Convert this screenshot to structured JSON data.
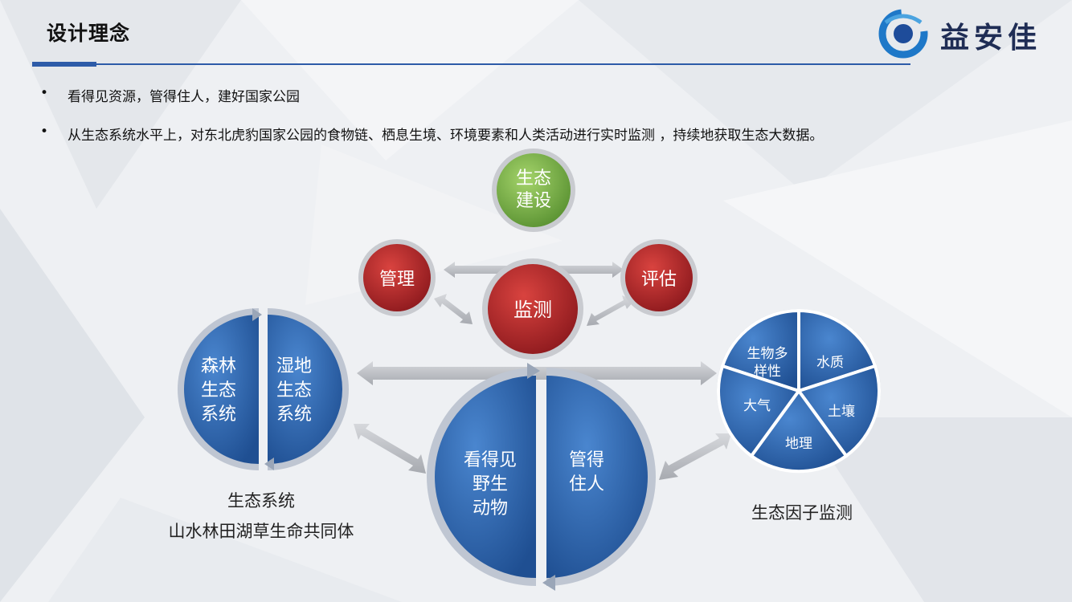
{
  "header": {
    "title": "设计理念",
    "logo_text": "益安佳"
  },
  "bullets": [
    "看得见资源，管得住人，建好国家公园",
    "从生态系统水平上，对东北虎豹国家公园的食物链、栖息生境、环境要素和人类活动进行实时监测 ，持续地获取生态大数据。"
  ],
  "diagram": {
    "top_node": {
      "label": [
        "生态",
        "建设"
      ]
    },
    "left_node": {
      "label": [
        "管理"
      ]
    },
    "center_node": {
      "label": [
        "监测"
      ]
    },
    "right_node": {
      "label": [
        "评估"
      ]
    },
    "ecosystem_circle": {
      "left_half": [
        "森林",
        "生态",
        "系统"
      ],
      "right_half": [
        "湿地",
        "生态",
        "系统"
      ],
      "caption_line1": "生态系统",
      "caption_line2": "山水林田湖草生命共同体"
    },
    "main_circle": {
      "left_half": [
        "看得见",
        "野生",
        "动物"
      ],
      "right_half": [
        "管得",
        "住人"
      ]
    },
    "factor_circle": {
      "segments": [
        [
          "生物多",
          "样性"
        ],
        [
          "水质"
        ],
        [
          "土壤"
        ],
        [
          "地理"
        ],
        [
          "大气"
        ]
      ],
      "caption": "生态因子监测"
    }
  },
  "colors": {
    "accent_blue": "#2d5ba8",
    "node_red": "#b8262b",
    "node_green": "#7ab648",
    "circle_blue": "#2f66b1",
    "arrow_gray": "#b9bcc2"
  }
}
